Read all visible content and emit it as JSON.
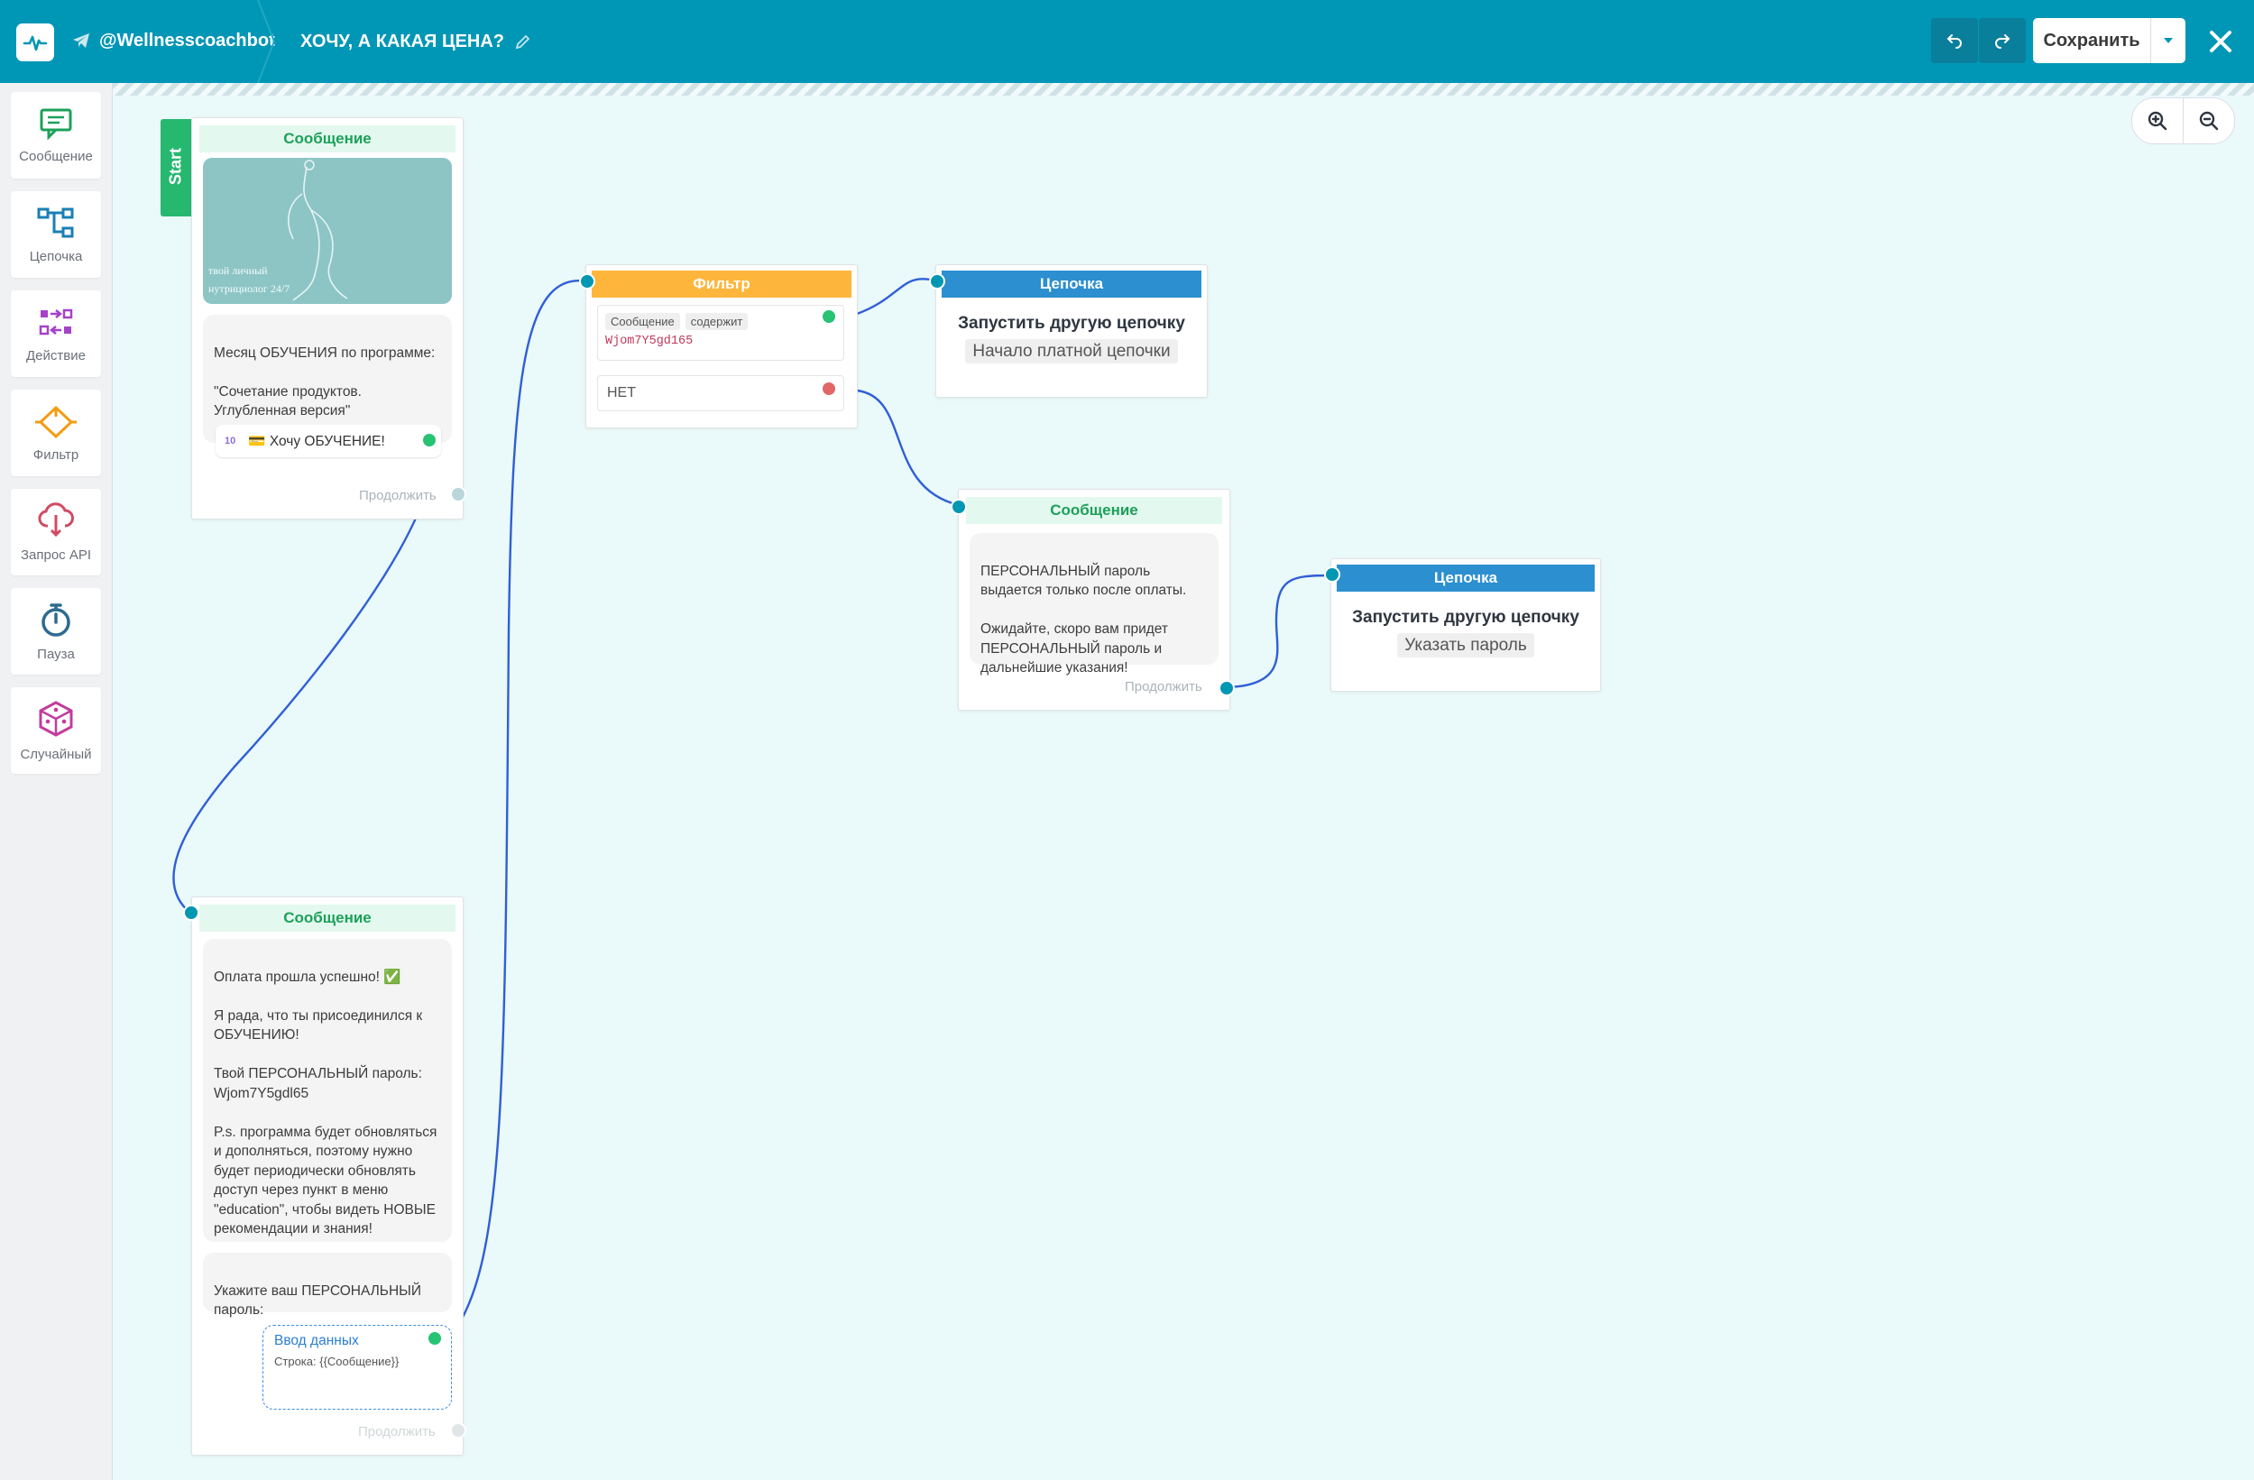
{
  "topbar": {
    "bot_name": "@Wellnesscoachbot",
    "flow_title": "ХОЧУ, А КАКАЯ ЦЕНА?",
    "save_label": "Сохранить"
  },
  "sidebar": {
    "items": [
      {
        "label": "Сообщение",
        "icon": "message-icon",
        "color": "#1da05a"
      },
      {
        "label": "Цепочка",
        "icon": "chain-icon",
        "color": "#1a7fb5"
      },
      {
        "label": "Действие",
        "icon": "action-icon",
        "color": "#a642c7"
      },
      {
        "label": "Фильтр",
        "icon": "filter-icon",
        "color": "#f39c12"
      },
      {
        "label": "Запрос API",
        "icon": "api-request-icon",
        "color": "#d14b63"
      },
      {
        "label": "Пауза",
        "icon": "pause-timer-icon",
        "color": "#2d6b8f"
      },
      {
        "label": "Случайный",
        "icon": "random-dice-icon",
        "color": "#c33c9b"
      }
    ]
  },
  "nodes": {
    "start_message": {
      "start_label": "Start",
      "header": "Сообщение",
      "image_caption_1": "твой личный",
      "image_caption_2": "нутрициолог 24/7",
      "text": "Месяц ОБУЧЕНИЯ по программе:\n\n\"Сочетание продуктов. Углубленная версия\"",
      "button_label": "💳 Хочу ОБУЧЕНИЕ!",
      "continue": "Продолжить"
    },
    "filter": {
      "header": "Фильтр",
      "condition_field": "Сообщение",
      "condition_op": "содержит",
      "condition_value": "Wjom7Y5gd165",
      "else_label": "НЕТ"
    },
    "chain_paid": {
      "header": "Цепочка",
      "title": "Запустить другую цепочку",
      "target": "Начало платной цепочки"
    },
    "password_message": {
      "header": "Сообщение",
      "text": "ПЕРСОНАЛЬНЫЙ пароль выдается только после оплаты.\n\nОжидайте, скоро вам придет ПЕРСОНАЛЬНЫЙ пароль и дальнейшие указания!",
      "continue": "Продолжить"
    },
    "chain_password": {
      "header": "Цепочка",
      "title": "Запустить другую цепочку",
      "target": "Указать пароль"
    },
    "payment_message": {
      "header": "Сообщение",
      "text": "Оплата прошла успешно! ✅\n\nЯ рада, что ты присоединился к ОБУЧЕНИЮ!\n\nТвой ПЕРСОНАЛЬНЫЙ пароль: Wjom7Y5gdl65\n\nP.s. программа будет обновляться и дополняться, поэтому нужно будет периодически обновлять доступ через пункт в меню \"education\", чтобы видеть НОВЫЕ рекомендации и знания!",
      "prompt": "Укажите ваш ПЕРСОНАЛЬНЫЙ пароль:",
      "input_title": "Ввод данных",
      "input_desc": "Строка: {{Сообщение}}",
      "continue": "Продолжить"
    }
  },
  "colors": {
    "topbar": "#0096b6",
    "canvas": "#eaf9f9",
    "wire": "#2f5fd6",
    "message": "#1da05a",
    "filter": "#fdb63b",
    "chain": "#2b8fd0"
  }
}
